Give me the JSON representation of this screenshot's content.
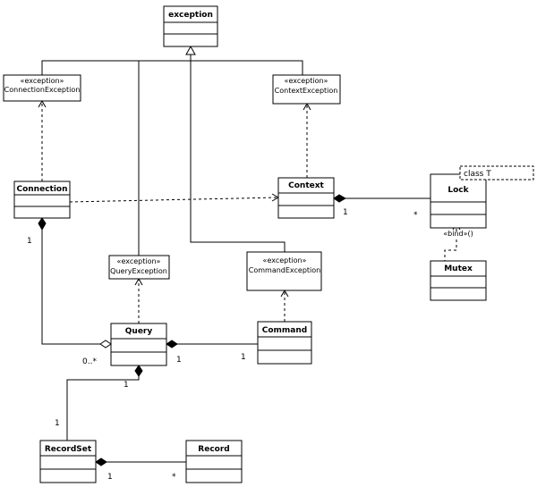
{
  "classes": {
    "exception": {
      "name": "exception"
    },
    "connection_exception": {
      "stereotype": "«exception»",
      "name": "ConnectionException"
    },
    "context_exception": {
      "stereotype": "«exception»",
      "name": "ContextException"
    },
    "connection": {
      "name": "Connection"
    },
    "context": {
      "name": "Context"
    },
    "lock": {
      "name": "Lock",
      "template_param": "class T"
    },
    "query_exception": {
      "stereotype": "«exception»",
      "name": "QueryException"
    },
    "command_exception": {
      "stereotype": "«exception»",
      "name": "CommandException"
    },
    "mutex": {
      "name": "Mutex"
    },
    "query": {
      "name": "Query"
    },
    "command": {
      "name": "Command"
    },
    "recordset": {
      "name": "RecordSet"
    },
    "record": {
      "name": "Record"
    }
  },
  "relations": {
    "bind_label": "«bind»()",
    "multiplicities": {
      "context_lock_context": "1",
      "context_lock_lock": "*",
      "connection_query_connection": "1",
      "connection_query_query": "0..*",
      "query_command_query": "1",
      "query_command_command": "1",
      "query_recordset_query": "1",
      "query_recordset_recordset": "1",
      "recordset_record_recordset": "1",
      "recordset_record_record": "*"
    }
  }
}
